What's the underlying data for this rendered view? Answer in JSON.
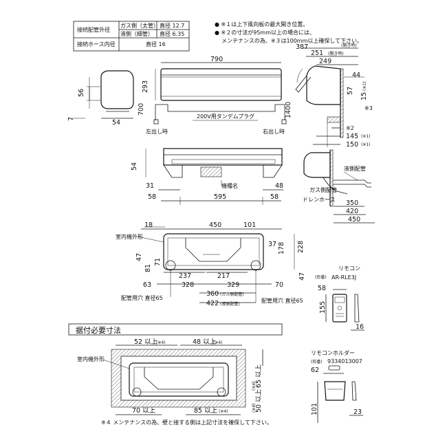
{
  "spec_table": {
    "row1_label": "接続配管外径",
    "row1_gas": "ガス側（太管）",
    "row1_gas_val": "直径 12.7",
    "row1_liq": "液側（細管）",
    "row1_liq_val": "直径 6.35",
    "row2_label": "接続ホース内径",
    "row2_val": "直径 16"
  },
  "notes_top": {
    "n1": "● ※１は上下風向板の最大開き位置。",
    "n2": "● ※２の寸法が95mm以上の場合には、",
    "n3": "メンテナンスの為、※３は100mm以上確保して下さい。"
  },
  "front_view": {
    "width": "790",
    "height1": "293",
    "height2": "700",
    "height3": "1400",
    "plug": "200V用タンデムプラグ",
    "left": "左出し時",
    "right": "右出し時"
  },
  "side_view": {
    "d56": "56",
    "d7": "7",
    "d54": "54"
  },
  "bottom_view": {
    "d54": "54",
    "d31": "31",
    "d48": "48",
    "d58a": "58",
    "d595": "595",
    "d58b": "58",
    "model": "機種名"
  },
  "right_side": {
    "d387": "387",
    "d387n": "(開き時)",
    "d251": "251",
    "d251n": "(開き時)",
    "d249": "249",
    "d44": "44",
    "d57": "57",
    "d15": "15",
    "d15n": "(※1)",
    "d3": "※3",
    "d2": "※2",
    "d145": "145",
    "d145n": "(※1)",
    "d150": "150",
    "d150n": "(※1)",
    "liquid": "液側配管",
    "gas": "ガス側配管",
    "drain": "ドレンホース",
    "d350": "350",
    "d420": "420",
    "d450": "450"
  },
  "mount_plate": {
    "outline": "室内機外形",
    "d18": "18",
    "d450": "450",
    "d101": "101",
    "d37": "37",
    "d178": "178",
    "d228": "228",
    "d47a": "47",
    "d81": "81",
    "d71": "71",
    "d237": "237",
    "d217": "217",
    "d47b": "47",
    "d63": "63",
    "d328": "328",
    "d329": "329",
    "d70": "70",
    "hole_left": "配管用穴 直径65",
    "d360": "360",
    "d360n": "(ガス側配管)",
    "d422": "422",
    "d422n": "(液側配管)",
    "hole_right": "配管用穴 直径65"
  },
  "remote": {
    "title": "リモコン",
    "model_prefix": "(形番)",
    "model": "AR-RLE3J",
    "d58": "58",
    "d155": "155",
    "d16": "16"
  },
  "install": {
    "title": "据付必要寸法",
    "d52": "52 以上",
    "d52n": "(※4)",
    "d48": "48 以上",
    "d48n": "(※4)",
    "outline": "室内機外形",
    "d65": "65 以上",
    "d65n": "(※4)",
    "d50": "50 以上",
    "d50n": "(※4)",
    "d70": "70 以上",
    "d85": "85 以上",
    "d85n": "(※4)",
    "note": "※４ メンテナンスの為、壁と接する側は上記寸法を確保して下さい。"
  },
  "holder": {
    "title": "リモコンホルダー",
    "model_prefix": "(形番)",
    "model": "9334013007",
    "d62": "62",
    "d101": "101",
    "d23": "23"
  }
}
